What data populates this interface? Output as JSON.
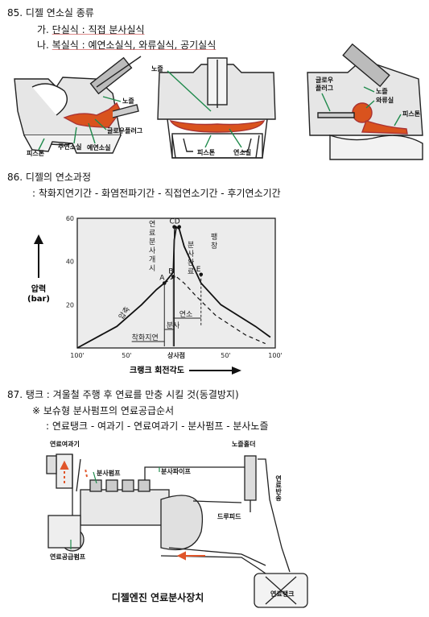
{
  "sec85": {
    "heading": "85. 디젤 연소실 종류",
    "line_a_prefix": "가. ",
    "line_a": "단실식 : 직접 분사실식",
    "line_b_prefix": "나. ",
    "line_b": "복실식 : 예연소실식, 와류실식, 공기실식"
  },
  "fig_chambers": {
    "left": {
      "nozzle": "노즐",
      "glow": "글로우플러그",
      "piston": "피스톤",
      "main": "주연소실",
      "pre": "예연소실"
    },
    "middle": {
      "nozzle": "노즐",
      "piston": "피스톤",
      "chamber": "연소실"
    },
    "right": {
      "glow1": "글로우",
      "glow2": "플러그",
      "nozzle": "노즐",
      "swirl": "와류실",
      "piston": "피스톤"
    }
  },
  "sec86": {
    "heading": "86. 디젤의 연소과정",
    "stages": ": 착화지연기간 - 화염전파기간 - 직접연소기간 - 후기연소기간"
  },
  "chart_data": {
    "type": "line",
    "ylabel": "압력\n(bar)",
    "xlabel": "크랭크 회전각도",
    "xticks": [
      "100'",
      "50'",
      "상사점",
      "50'",
      "100'"
    ],
    "x_values": [
      -100,
      -50,
      0,
      50,
      100
    ],
    "yticks": [
      20,
      40,
      60
    ],
    "ylim": [
      0,
      60
    ],
    "xlim": [
      -100,
      100
    ],
    "series": [
      {
        "style": "solid",
        "points": [
          [
            -100,
            0
          ],
          [
            -60,
            10
          ],
          [
            -35,
            20
          ],
          [
            -20,
            27
          ],
          [
            -12,
            30
          ],
          [
            -3,
            35
          ],
          [
            -2,
            50
          ],
          [
            0,
            56
          ],
          [
            3,
            55
          ],
          [
            8,
            47
          ],
          [
            15,
            40
          ],
          [
            25,
            30
          ],
          [
            45,
            20
          ],
          [
            80,
            10
          ],
          [
            95,
            5
          ]
        ]
      },
      {
        "style": "dashed",
        "points": [
          [
            -12,
            30
          ],
          [
            -5,
            32
          ],
          [
            0,
            33
          ],
          [
            8,
            30
          ],
          [
            20,
            24
          ],
          [
            40,
            15
          ],
          [
            70,
            6
          ],
          [
            90,
            2
          ]
        ]
      }
    ],
    "points": [
      {
        "label": "A",
        "x": -12,
        "y": 30
      },
      {
        "label": "B",
        "x": -3,
        "y": 33
      },
      {
        "label": "C",
        "x": -2,
        "y": 56
      },
      {
        "label": "D",
        "x": 3,
        "y": 56
      },
      {
        "label": "E",
        "x": 25,
        "y": 34
      }
    ],
    "annotations": {
      "injection_start": "연료분사개시",
      "injection_end": "분사완료",
      "expansion": "팽창",
      "compression": "압축",
      "ignition_delay": "착화지연",
      "injection": "분사",
      "combustion": "연소"
    }
  },
  "sec87": {
    "heading": "87. 탱크 : 겨울철 주행 후 연료를 만충 시킬 것(동결방지)",
    "note": "※ 보슈형 분사펌프의 연료공급순서",
    "order": ": 연료탱크 - 여과기 - 연료여과기 - 분사펌프 - 분사노즐"
  },
  "fig_fuel": {
    "filter": "연료여과기",
    "pump": "분사펌프",
    "pipe": "분사파이프",
    "holder": "노즐홀더",
    "return_line": "연료반송",
    "drain": "드루피드",
    "feed_pump": "연료공급펌프",
    "tank": "연료탱크",
    "title": "디젤엔진 연료분사장치"
  },
  "colors": {
    "accent": "#e0552a",
    "flame": "#d9531e",
    "green": "#1f8a4c",
    "ink": "#111111"
  }
}
